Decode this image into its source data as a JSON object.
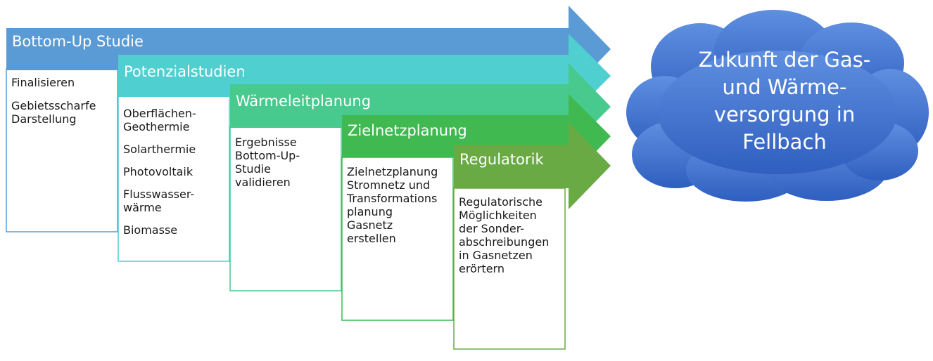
{
  "stages": [
    {
      "title": "Bottom-Up Studie",
      "color": "#5b9bd5",
      "items": [
        "Finalisieren",
        "Gebietsscharfe Darstellung"
      ],
      "lines": [
        [
          "Finalisieren"
        ],
        [
          "Gebietsscharfe",
          "Darstellung"
        ]
      ]
    },
    {
      "title": "Potenzialstudien",
      "color": "#4fcfcf",
      "items": [
        "Oberflächen-Geothermie",
        "Solarthermie",
        "Photovoltaik",
        "Flusswasser-wärme",
        "Biomasse"
      ],
      "lines": [
        [
          "Oberflächen-",
          "Geothermie"
        ],
        [
          "Solarthermie"
        ],
        [
          "Photovoltaik"
        ],
        [
          "Flusswasser-",
          "wärme"
        ],
        [
          "Biomasse"
        ]
      ]
    },
    {
      "title": "Wärmeleitplanung",
      "color": "#48c98d",
      "items": [
        "Ergebnisse Bottom-Up-Studie validieren"
      ],
      "lines": [
        [
          "Ergebnisse",
          "Bottom-Up-",
          "Studie",
          "validieren"
        ]
      ]
    },
    {
      "title": "Zielnetzplanung",
      "color": "#3fb950",
      "items": [
        "Zielnetzplanung Stromnetz und Transformations planung Gasnetz erstellen"
      ],
      "lines": [
        [
          "Zielnetzplanung",
          "Stromnetz und",
          "Transformations",
          "planung",
          "Gasnetz",
          "erstellen"
        ]
      ]
    },
    {
      "title": "Regulatorik",
      "color": "#6aaa45",
      "items": [
        "Regulatorische Möglichkeiten der Sonder-abschreibungen in Gasnetzen erörtern"
      ],
      "lines": [
        [
          "Regulatorische",
          "Möglichkeiten",
          "der Sonder-",
          "abschreibungen",
          "in Gasnetzen",
          "erörtern"
        ]
      ]
    }
  ],
  "goal": {
    "lines": [
      "Zukunft der Gas-",
      "und Wärme-",
      "versorgung in",
      "Fellbach"
    ],
    "color": "#3a6fc9"
  }
}
